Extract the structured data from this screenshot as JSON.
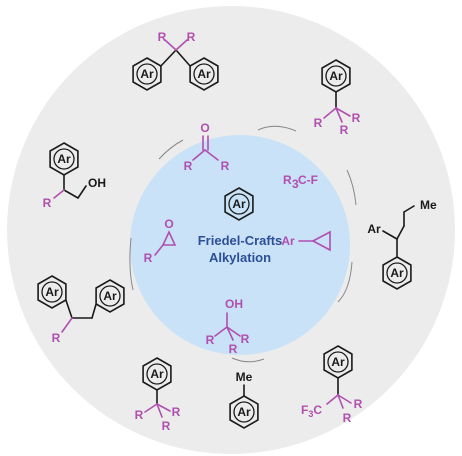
{
  "title_line1": "Friedel-Crafts",
  "title_line2": "Alkylation",
  "labels": {
    "ar": "Ar",
    "r": "R",
    "oh": "OH",
    "o": "O",
    "me": "Me",
    "f3c": "F3C",
    "r3cf": "R3C-F"
  },
  "colors": {
    "outer_disk": "#ececec",
    "inner_disk": "#c9e2f7",
    "title_text": "#2d4f98",
    "reagent": "#b04fb0",
    "ink": "#1a1a1a"
  }
}
